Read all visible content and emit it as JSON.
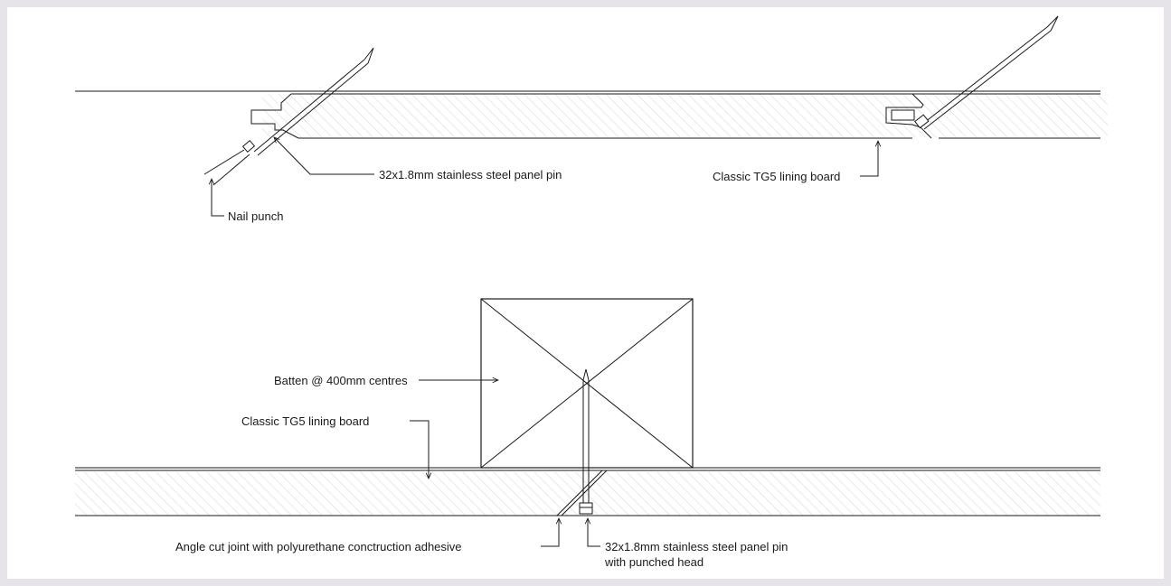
{
  "labels": {
    "panel_pin_top": "32x1.8mm stainless steel panel pin",
    "lining_board_top": "Classic TG5 lining board",
    "nail_punch": "Nail punch",
    "batten": "Batten @ 400mm centres",
    "lining_board_bottom": "Classic TG5 lining board",
    "angle_cut_joint": "Angle cut joint with polyurethane conctruction adhesive",
    "panel_pin_bottom_line1": "32x1.8mm stainless steel panel pin",
    "panel_pin_bottom_line2": "with punched head"
  },
  "colors": {
    "background": "#e6e4e8",
    "sheet": "#ffffff",
    "line": "#1a1a1a",
    "hatch": "#d8d6d8"
  }
}
